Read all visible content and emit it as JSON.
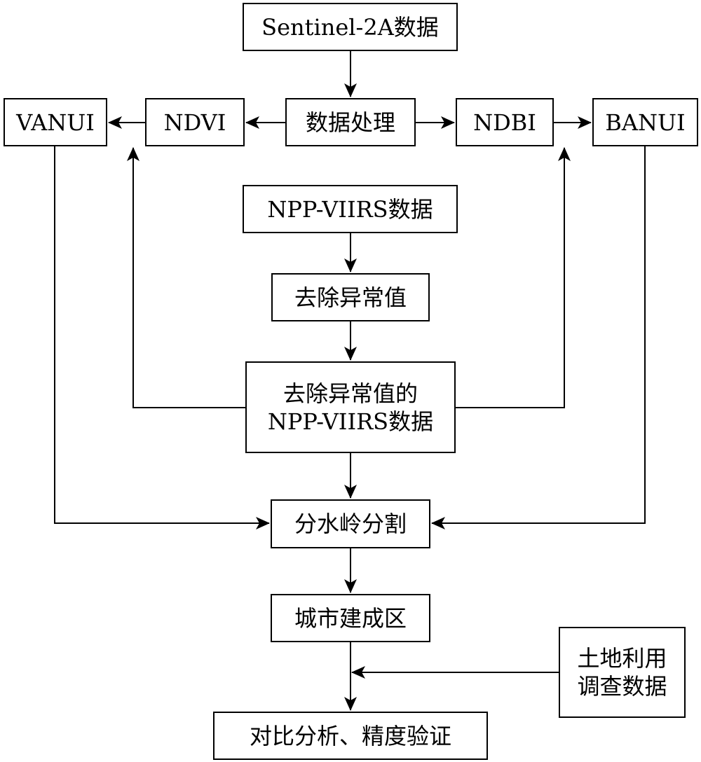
{
  "nodes": {
    "sentinel": "Sentinel-2A数据",
    "vanui": "VANUI",
    "ndvi": "NDVI",
    "processing": "数据处理",
    "ndbi": "NDBI",
    "banui": "BANUI",
    "npp_viirs": "NPP-VIIRS数据",
    "remove_outliers": "去除异常值",
    "npp_clean_line1": "去除异常值的",
    "npp_clean_line2": "NPP-VIIRS数据",
    "watershed": "分水岭分割",
    "built_up": "城市建成区",
    "land_use_line1": "土地利用",
    "land_use_line2": "调查数据",
    "comparison": "对比分析、精度验证"
  },
  "edges": [
    {
      "from": "sentinel",
      "to": "processing"
    },
    {
      "from": "processing",
      "to": "ndvi"
    },
    {
      "from": "processing",
      "to": "ndbi"
    },
    {
      "from": "ndvi",
      "to": "vanui"
    },
    {
      "from": "ndbi",
      "to": "banui"
    },
    {
      "from": "npp_viirs",
      "to": "remove_outliers"
    },
    {
      "from": "remove_outliers",
      "to": "npp_clean"
    },
    {
      "from": "npp_clean",
      "to": "vanui"
    },
    {
      "from": "npp_clean",
      "to": "banui"
    },
    {
      "from": "npp_clean",
      "to": "watershed"
    },
    {
      "from": "vanui",
      "to": "watershed"
    },
    {
      "from": "banui",
      "to": "watershed"
    },
    {
      "from": "watershed",
      "to": "built_up"
    },
    {
      "from": "built_up",
      "to": "comparison"
    },
    {
      "from": "land_use",
      "to": "comparison"
    }
  ]
}
